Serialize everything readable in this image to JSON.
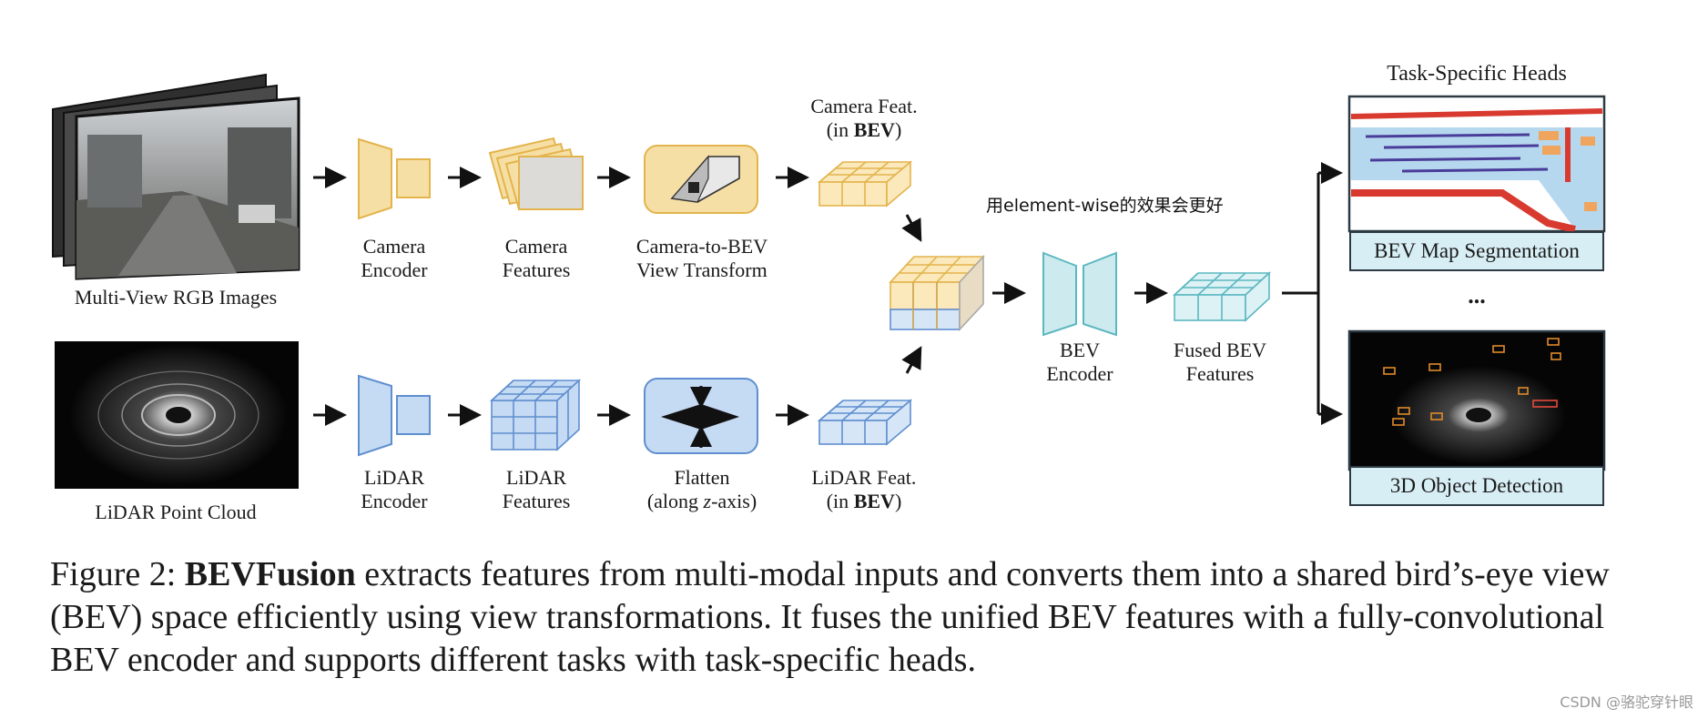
{
  "inputs": {
    "rgb_label": "Multi-View RGB Images",
    "lidar_label": "LiDAR Point Cloud"
  },
  "camera_branch": {
    "encoder_line1": "Camera",
    "encoder_line2": "Encoder",
    "features_line1": "Camera",
    "features_line2": "Features",
    "transform_line1": "Camera-to-BEV",
    "transform_line2": "View Transform",
    "feat_line1": "Camera Feat.",
    "feat_line2_prefix": "(in ",
    "feat_line2_bold": "BEV",
    "feat_line2_suffix": ")"
  },
  "lidar_branch": {
    "encoder_line1": "LiDAR",
    "encoder_line2": "Encoder",
    "features_line1": "LiDAR",
    "features_line2": "Features",
    "flatten_line1": "Flatten",
    "flatten_line2_prefix": "(along ",
    "flatten_line2_italic": "z",
    "flatten_line2_suffix": "-axis)",
    "feat_line1": "LiDAR Feat.",
    "feat_line2_prefix": "(in ",
    "feat_line2_bold": "BEV",
    "feat_line2_suffix": ")"
  },
  "fusion": {
    "encoder_line1": "BEV",
    "encoder_line2": "Encoder",
    "fused_line1": "Fused BEV",
    "fused_line2": "Features"
  },
  "heads": {
    "title": "Task-Specific Heads",
    "map_label": "BEV Map Segmentation",
    "ellipsis": "...",
    "det_label": "3D Object Detection"
  },
  "annotation": "用element-wise的效果会更好",
  "caption": {
    "prefix": "Figure 2: ",
    "bold": "BEVFusion",
    "text": " extracts features from multi-modal inputs and converts them into a shared bird’s-eye view (BEV) space efficiently using view transformations. It fuses the unified BEV features with a fully-convolutional BEV encoder and supports different tasks with task-specific heads."
  },
  "watermark": "CSDN @骆驼穿针眼",
  "colors": {
    "camera": "#f6dfa4",
    "camera_stroke": "#e3b44c",
    "lidar": "#c5daf3",
    "lidar_stroke": "#5f8fd0",
    "bev": "#cdebee",
    "bev_stroke": "#5cb7c2",
    "map_bg": "#ffffff",
    "map_red": "#d93a2f",
    "map_blue": "#b6d8ee",
    "map_purple": "#4a3d9a"
  }
}
